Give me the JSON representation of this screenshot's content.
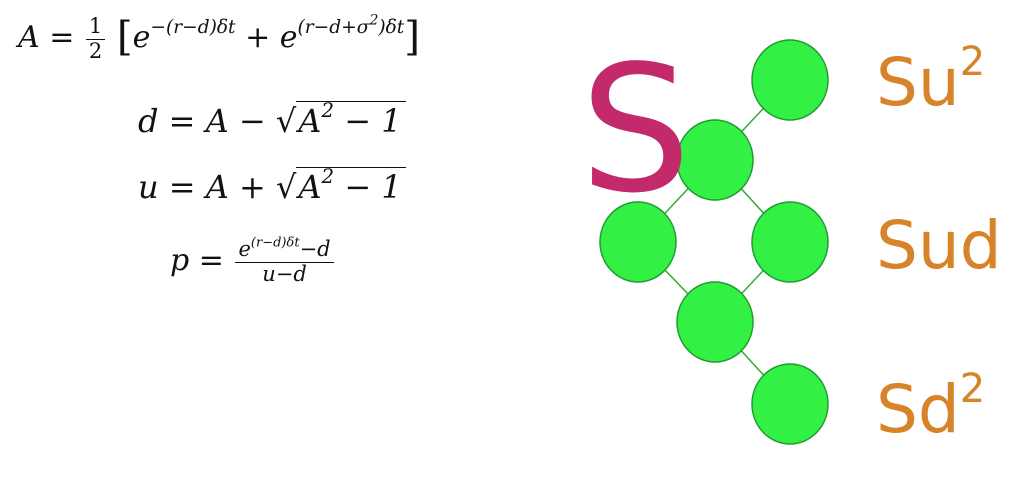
{
  "equations": {
    "A": {
      "lhs": "A",
      "eq": "=",
      "frac_num": "1",
      "frac_den": "2",
      "lbr": "[",
      "e1": "e",
      "e1_exp": "−(r−d)δt",
      "plus": "+",
      "e2": "e",
      "e2_exp": "(r−d+σ",
      "e2_exp_sq": "2",
      "e2_exp_tail": ")δt",
      "rbr": "]"
    },
    "d": {
      "lhs": "d",
      "eq": "= A −",
      "rad": "√",
      "rad_body": "A",
      "rad_sq": "2",
      "rad_tail": " − 1"
    },
    "u": {
      "lhs": "u",
      "eq": "= A +",
      "rad": "√",
      "rad_body": "A",
      "rad_sq": "2",
      "rad_tail": " − 1"
    },
    "p": {
      "lhs": "p",
      "eq": "=",
      "num_e": "e",
      "num_exp": "(r−d)δt",
      "num_tail": "−d",
      "den": "u−d"
    }
  },
  "diagram": {
    "root_label": "S",
    "labels": {
      "top_base": "Su",
      "top_sup": "2",
      "mid": "Sud",
      "bot_base": "Sd",
      "bot_sup": "2"
    },
    "colors": {
      "node_fill": "#33f044",
      "node_stroke": "#229933",
      "edge": "#33aa33",
      "s_color": "#c22a6b",
      "label_color": "#d6832a"
    }
  }
}
